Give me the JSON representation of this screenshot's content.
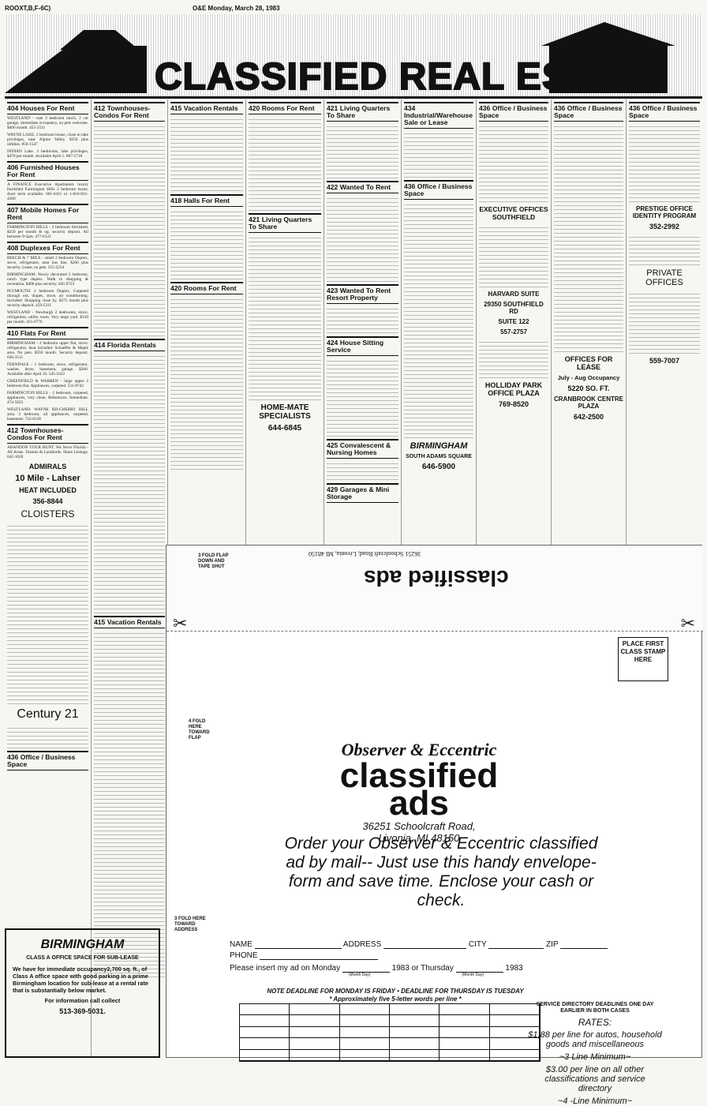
{
  "page": {
    "header_left": "ROOXT,B,F-6C)",
    "header_mid": "O&E  Monday, March 28, 1983",
    "banner": "CLASSIFIED REAL ESTATE"
  },
  "columns": [
    {
      "sections": [
        {
          "title": "404 Houses For Rent",
          "ads": [
            "WESTLAND - cute 3 bedroom ranch, 2 car garage, immediate occupancy, no pets welcome. $400 month. 455-2511",
            "WAYNE LAKE. 2 bedroom house, close to lake privileges, near Alpine Valley. $250 plus utilities. 856-1547",
            "INDIAN Lake. 3 bedrooms, lake privileges, $470 per month. Available April 1. 887-5718"
          ]
        },
        {
          "title": "406 Furnished Houses For Rent",
          "ads": [
            "A FINANCE Executive Apartments luxury furnished Farmington Hills 2 bedroom home, short term available. 661-4411 or 1-616-831-4300"
          ]
        },
        {
          "title": "407 Mobile Homes For Rent",
          "ads": [
            "FARMINGTON HILLS - 2 bedroom furnished, $250 per month & up, security deposit. All between 9-5pm. 477-6121"
          ]
        },
        {
          "title": "408 Duplexes For Rent",
          "ads": [
            "BEECH & 7 MILE - small 2 bedroom Duplex, stove, refrigerator, near bus line. $260 plus security. Lease, no pets. 255-2254",
            "BIRMINGHAM. Newly decorated 2 bedroom, ranch type duplex. Walk to shopping & recreation. $400 plus security. 645-9723",
            "PLYMOUTH. 2 bedroom Duplex, Carpeted through out, drapes, stove, air conditioning. Included: Shopping close by. $375 month plus security deposit. 459-5311",
            "WESTLAND - Newburgh 2 bedrooms, stove, refrigerator, utility room. Very large yard. $310 per month. 421-6776"
          ]
        },
        {
          "title": "410 Flats For Rent",
          "ads": [
            "BIRMINGHAM - 2 bedroom upper flat, stove, refrigerator, heat included. Schaeffer & Maple area. No pets. $350 month. Security deposit. 626-3511",
            "FERNDALE - 1 bedroom, stove, refrigerator, washer, dryer, basement, garage. $260. Available after April 10. 545-1622",
            "GREENFIELD & WARREN - large upper 2 bedroom flat. Appliances, carpeted. 531-8742",
            "FARMINGTON HILLS - 2 bedroom, carpeted, appliances, very clean. References. Immediate. 474-5623",
            "WESTLAND. WAYNE RD-CHERRY HILL area. 2 bedroom, all appliances, carpeted, basement. 722-0138"
          ]
        },
        {
          "title": "412 Townhouses-Condos For Rent",
          "ads": [
            "ABANDON YOUR HUNT. We Serve Florida - All Areas. Tenants & Landlords. Share Listings. 642-1620"
          ]
        }
      ],
      "extras": [
        "ADMIRALS",
        "10 Mile - Lahser",
        "HEAT INCLUDED",
        "356-8844",
        "CLOISTERS",
        "Century 21",
        "436 Office / Business Space"
      ]
    }
  ],
  "col2_sections": [
    "412 Townhouses-Condos For Rent",
    "414 Florida Rentals",
    "415 Vacation Rentals"
  ],
  "col3_sections": [
    "415 Vacation Rentals",
    "418 Halls For Rent",
    "420 Rooms For Rent"
  ],
  "col4_sections": [
    "420 Rooms For Rent",
    "421 Living Quarters To Share",
    "HOME-MATE SPECIALISTS",
    "644-6845"
  ],
  "col5_sections": [
    "421 Living Quarters To Share",
    "422 Wanted To Rent",
    "423 Wanted To Rent Resort Property",
    "424 House Sitting Service",
    "425 Convalescent & Nursing Homes",
    "429 Garages & Mini Storage"
  ],
  "col6_sections": [
    "434 Industrial/Warehouse Sale or Lease",
    "436 Office / Business Space",
    "BIRMINGHAM",
    "SOUTH ADAMS SQUARE",
    "646-5900"
  ],
  "col7_sections": [
    "436 Office / Business Space",
    "EXECUTIVE OFFICES SOUTHFIELD",
    "HARVARD SUITE",
    "29350 SOUTHFIELD RD",
    "SUITE 122",
    "557-2757",
    "HOLLIDAY PARK OFFICE PLAZA",
    "769-8520"
  ],
  "col8_sections": [
    "436 Office / Business Space",
    "OFFICES FOR LEASE",
    "July - Aug Occupancy",
    "5220 SO. FT.",
    "CRANBROOK CENTRE PLAZA",
    "642-2500"
  ],
  "col9_sections": [
    "436 Office / Business Space",
    "PRESTIGE OFFICE IDENTITY PROGRAM",
    "352-2992",
    "PRIVATE OFFICES",
    "559-7007"
  ],
  "envelope": {
    "flap_address": "36251 Schoolcraft Road, Livonia, MI 48150",
    "flap_logo": "classified ads",
    "stamp": "PLACE FIRST CLASS STAMP HERE",
    "fold_top": "3 FOLD FLAP DOWN AND TAPE SHUT",
    "fold_mid": "4 FOLD HERE TOWARD FLAP",
    "fold_bottom": "3 FOLD HERE TOWARD ADDRESS",
    "logo1": "Observer & Eccentric",
    "logo2": "classified",
    "logo3": "ads",
    "addr1": "36251 Schoolcraft Road,",
    "addr2": "Livonia, MI 48150",
    "order": "Order your Observer & Eccentric classified ad by mail-- Just use this handy envelope-form and save time. Enclose your cash or check.",
    "form_name": "NAME",
    "form_address": "ADDRESS",
    "form_city": "CITY",
    "form_zip": "ZIP",
    "form_phone": "PHONE",
    "form_insert": "Please insert my ad on Monday",
    "form_1983a": "1983 or Thursday",
    "form_1983b": "1983",
    "form_month_day": "(Month Day)",
    "note1": "NOTE DEADLINE FOR MONDAY IS FRIDAY • DEADLINE FOR THURSDAY IS TUESDAY",
    "note2": "* Approximately five 5-letter words per line *",
    "rates_h1": "SERVICE DIRECTORY DEADLINES ONE DAY EARLIER IN BOTH CASES",
    "rates_title": "RATES:",
    "rate1": "$1.88 per line for autos, household goods and miscellaneous",
    "rate1b": "~3 Line Minimum~",
    "rate2": "$3.00 per line on all other classifications and service directory",
    "rate2b": "~4 -Line Minimum~"
  },
  "birmingham": {
    "title": "BIRMINGHAM",
    "sub": "CLASS A OFFICE SPACE FOR SUB-LEASE",
    "body": "We have for immediate occupancy2,700 sq. ft., of Class A office space with good parking in a prime Birmingham location for sub-lease at a rental rate that is substantially below market.",
    "info": "For information call collect",
    "phone": "513-369-5031."
  }
}
